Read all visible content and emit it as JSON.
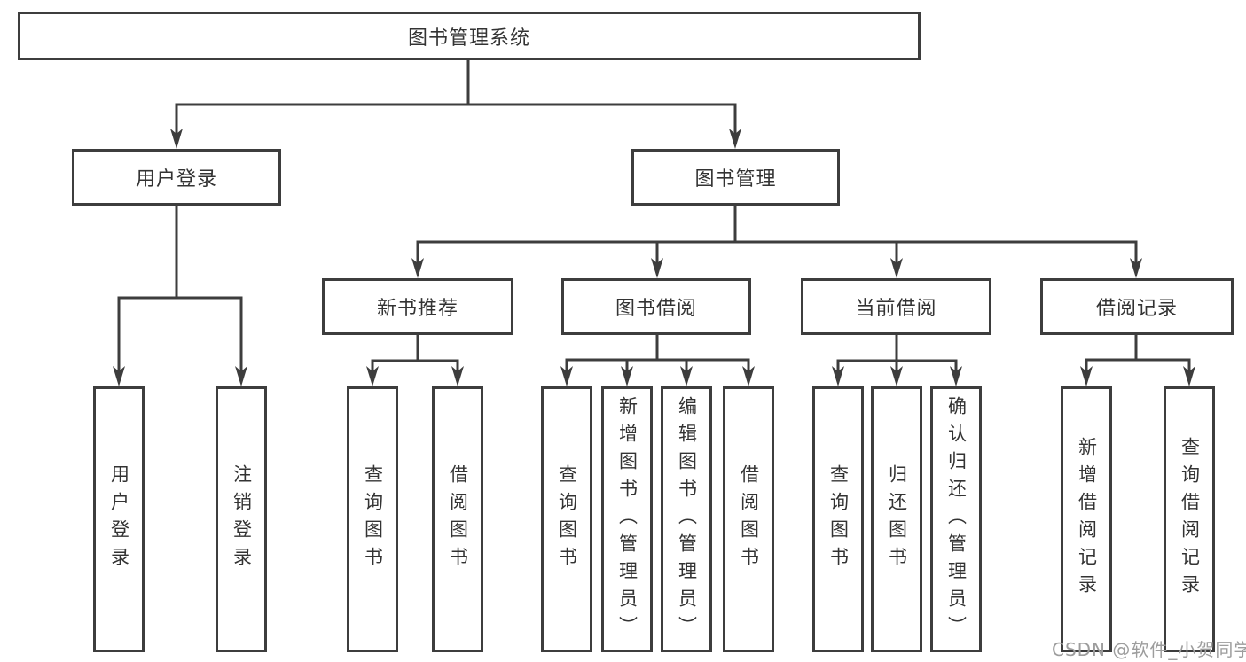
{
  "diagram": {
    "type": "hierarchy-tree",
    "title": "图书管理系统",
    "watermark": "CSDN @软件_小贺同学",
    "colors": {
      "line": "#3d3d3d",
      "text": "#333333",
      "box_background": "#ffffff",
      "watermark_text": "#9d9d9d"
    },
    "root": {
      "id": "system",
      "label": "图书管理系统"
    },
    "level1": [
      {
        "id": "user-login",
        "label": "用户登录",
        "parent": "图书管理系统"
      },
      {
        "id": "book-management",
        "label": "图书管理",
        "parent": "图书管理系统"
      }
    ],
    "level2": [
      {
        "id": "new-book-recommend",
        "label": "新书推荐",
        "parent": "图书管理"
      },
      {
        "id": "book-borrowing",
        "label": "图书借阅",
        "parent": "图书管理"
      },
      {
        "id": "current-borrowing",
        "label": "当前借阅",
        "parent": "图书管理"
      },
      {
        "id": "borrow-records",
        "label": "借阅记录",
        "parent": "图书管理"
      }
    ],
    "leaves": [
      {
        "id": "leaf-user-login",
        "label": "用户登录",
        "parent": "用户登录"
      },
      {
        "id": "leaf-logout",
        "label": "注销登录",
        "parent": "用户登录"
      },
      {
        "id": "leaf-query-books-1",
        "label": "查询图书",
        "parent": "新书推荐"
      },
      {
        "id": "leaf-borrow-books-1",
        "label": "借阅图书",
        "parent": "新书推荐"
      },
      {
        "id": "leaf-query-books-2",
        "label": "查询图书",
        "parent": "图书借阅"
      },
      {
        "id": "leaf-add-books-admin",
        "label": "新增图书（管理员）",
        "parent": "图书借阅"
      },
      {
        "id": "leaf-edit-books-admin",
        "label": "编辑图书（管理员）",
        "parent": "图书借阅"
      },
      {
        "id": "leaf-borrow-books-2",
        "label": "借阅图书",
        "parent": "图书借阅"
      },
      {
        "id": "leaf-query-books-3",
        "label": "查询图书",
        "parent": "当前借阅"
      },
      {
        "id": "leaf-return-books",
        "label": "归还图书",
        "parent": "当前借阅"
      },
      {
        "id": "leaf-confirm-return-admin",
        "label": "确认归还（管理员）",
        "parent": "当前借阅"
      },
      {
        "id": "leaf-add-borrow-record",
        "label": "新增借阅记录",
        "parent": "借阅记录"
      },
      {
        "id": "leaf-query-borrow-record",
        "label": "查询借阅记录",
        "parent": "借阅记录"
      }
    ]
  }
}
